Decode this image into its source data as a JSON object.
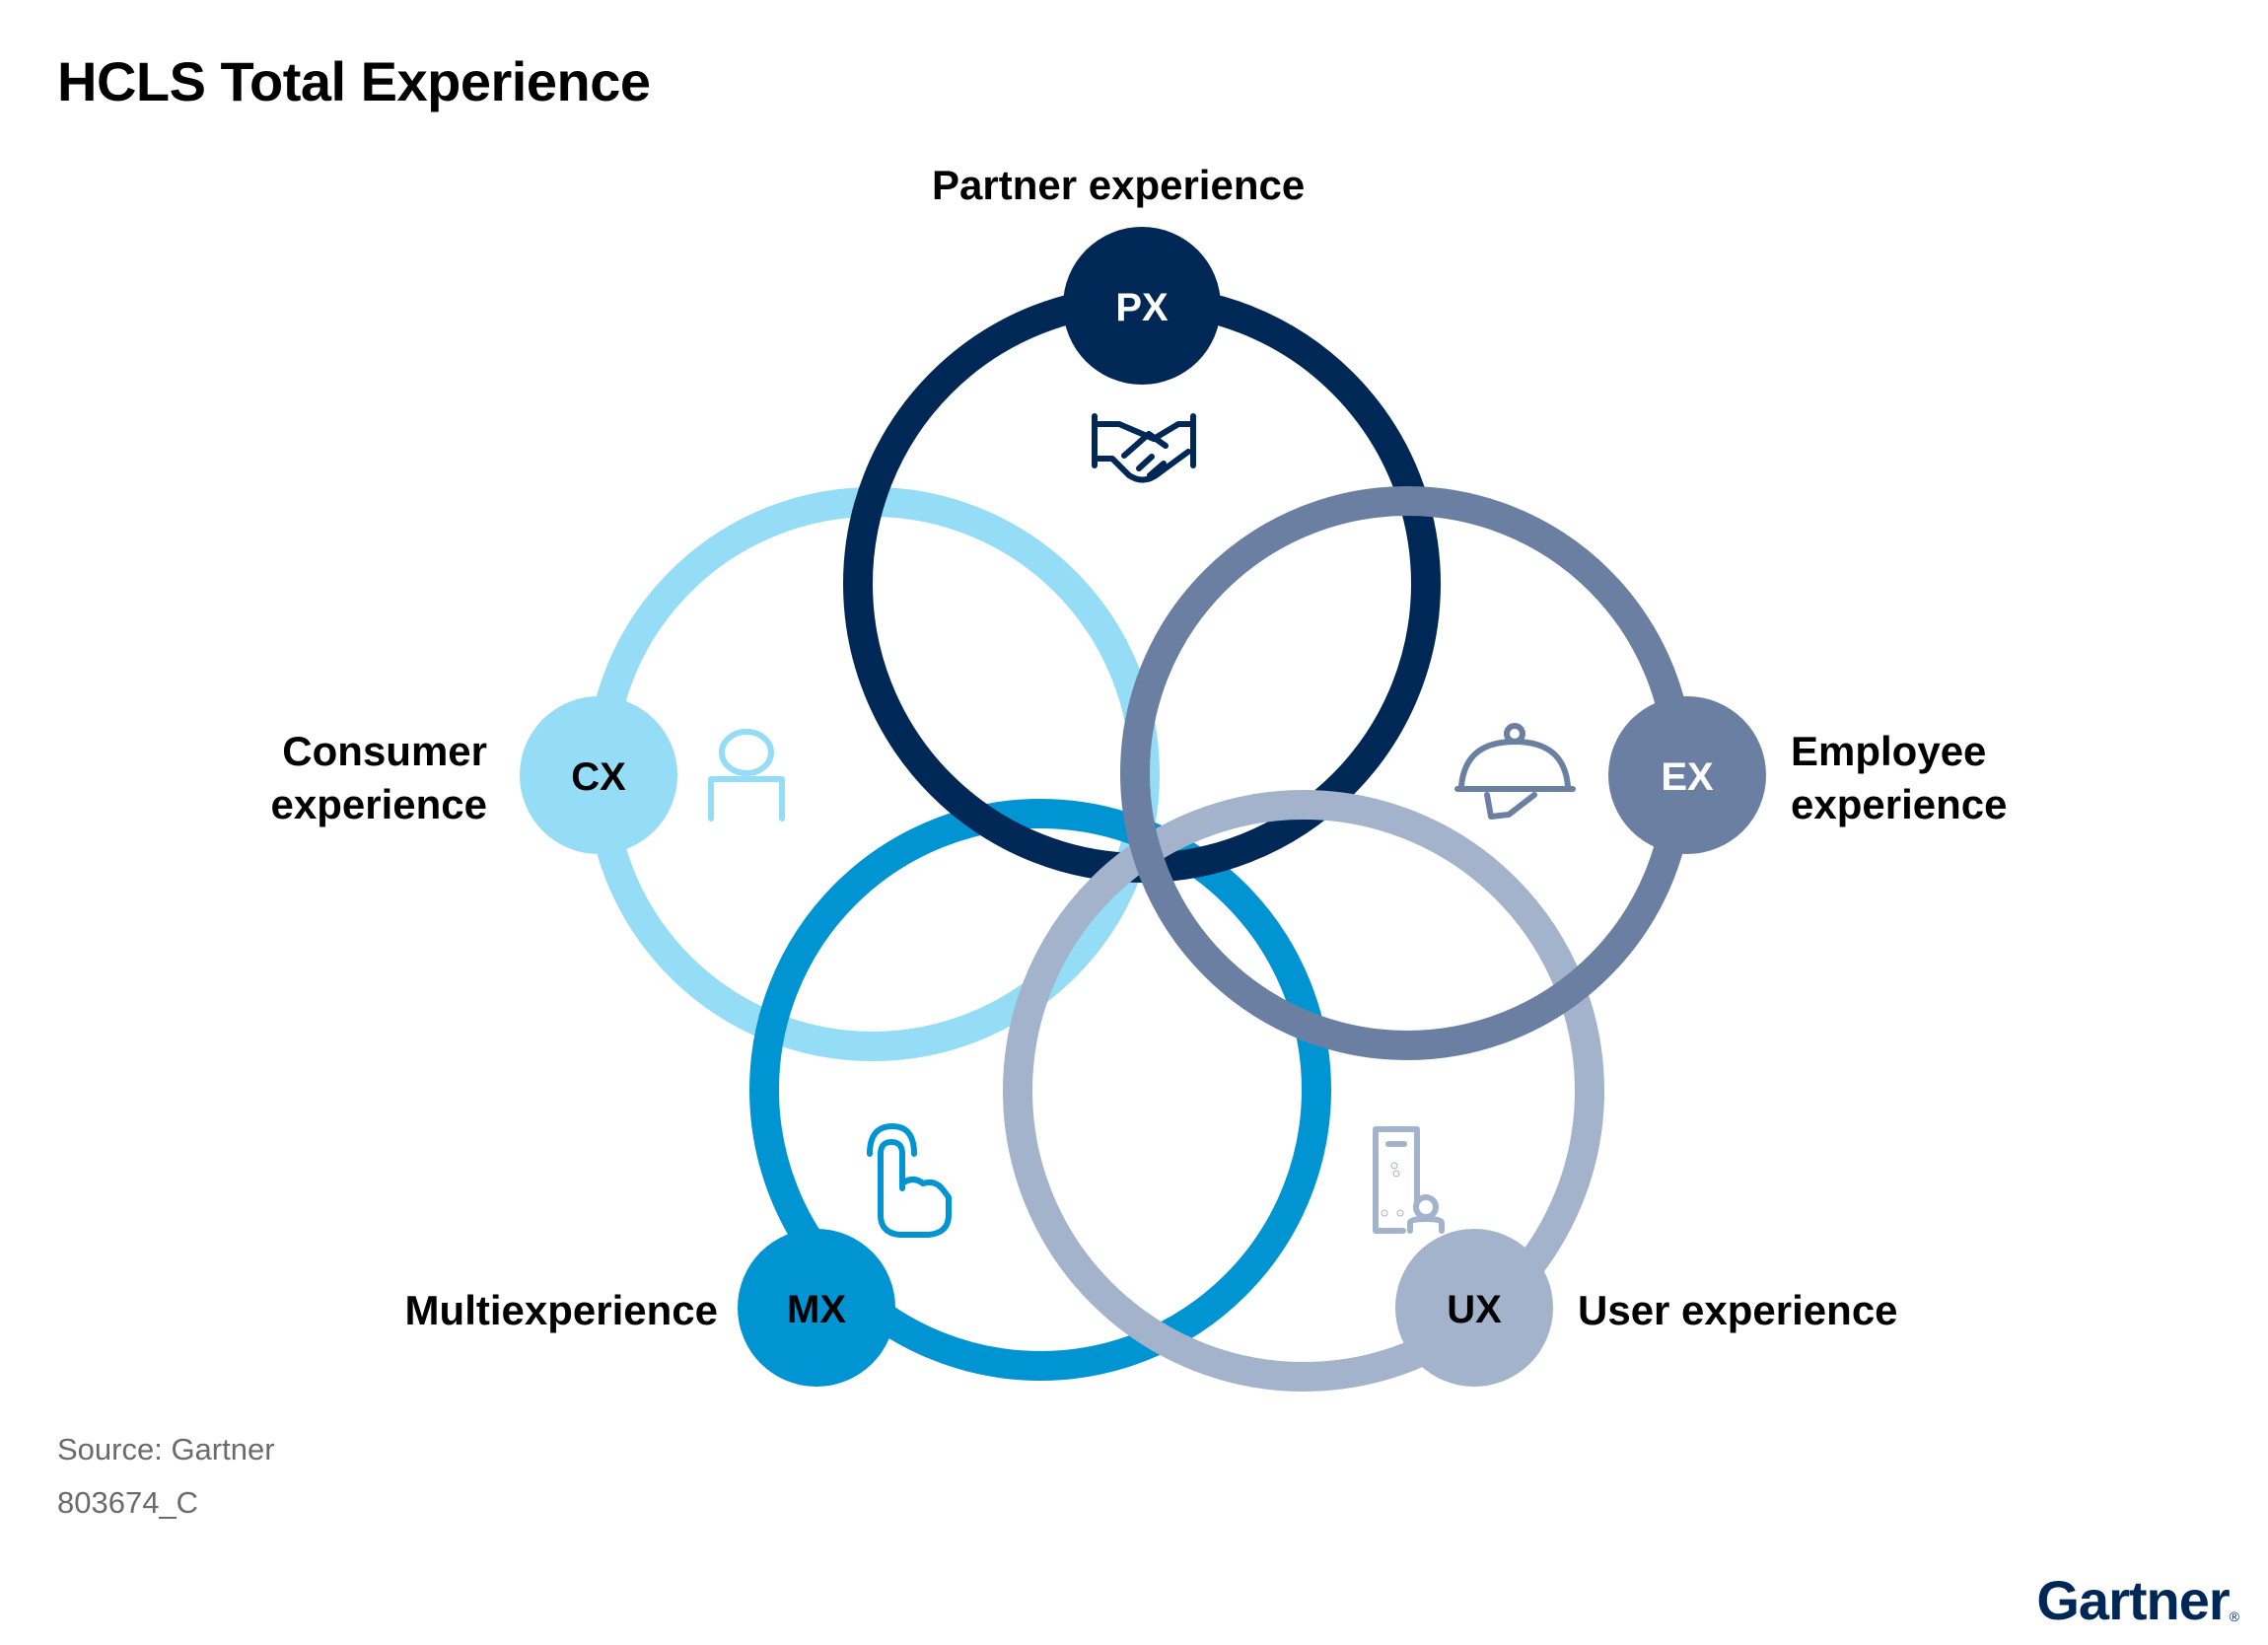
{
  "title": "HCLS Total Experience",
  "experiences": {
    "px": {
      "badge": "PX",
      "label": "Partner experience",
      "color": "#002856",
      "badge_text_color": "#ffffff",
      "icon": "handshake-icon"
    },
    "cx": {
      "badge": "CX",
      "label_line1": "Consumer",
      "label_line2": "experience",
      "color": "#95dcf6",
      "badge_text_color": "#000000",
      "icon": "person-icon"
    },
    "ex": {
      "badge": "EX",
      "label_line1": "Employee",
      "label_line2": "experience",
      "color": "#6b7fa3",
      "badge_text_color": "#ffffff",
      "icon": "service-bell-icon"
    },
    "mx": {
      "badge": "MX",
      "label": "Multiexperience",
      "color": "#0094d3",
      "badge_text_color": "#000000",
      "icon": "tap-hand-icon"
    },
    "ux": {
      "badge": "UX",
      "label": "User experience",
      "color": "#a3b3cc",
      "badge_text_color": "#000000",
      "icon": "device-user-icon"
    }
  },
  "source_line": "Source: Gartner",
  "figure_id": "803674_C",
  "brand": "Gartner",
  "brand_mark": "®"
}
